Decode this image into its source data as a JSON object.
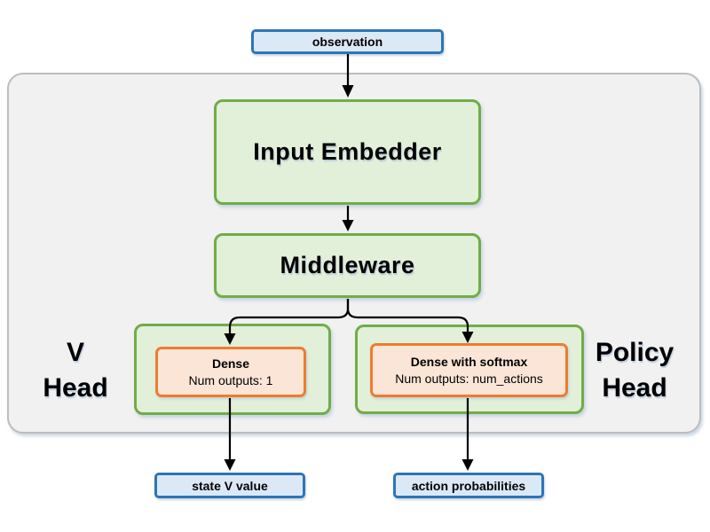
{
  "colors": {
    "blue_border": "#2E75B6",
    "blue_fill": "#DBE9F7",
    "green_border": "#70AD47",
    "green_fill": "#E2EFD9",
    "orange_border": "#ED7D31",
    "orange_fill": "#FBE5D6",
    "container_fill": "#F1F1F2",
    "container_border": "#BDBDBD",
    "arrow": "#000000"
  },
  "nodes": {
    "observation": "observation",
    "input_embedder": "Input Embedder",
    "middleware": "Middleware",
    "v_head_label": {
      "line1": "V",
      "line2": "Head"
    },
    "policy_head_label": {
      "line1": "Policy",
      "line2": "Head"
    },
    "v_dense": {
      "title": "Dense",
      "subtitle": "Num outputs: 1"
    },
    "policy_dense": {
      "title": "Dense with softmax",
      "subtitle": "Num outputs: num_actions"
    },
    "state_v_value": "state V value",
    "action_probabilities": "action probabilities"
  }
}
